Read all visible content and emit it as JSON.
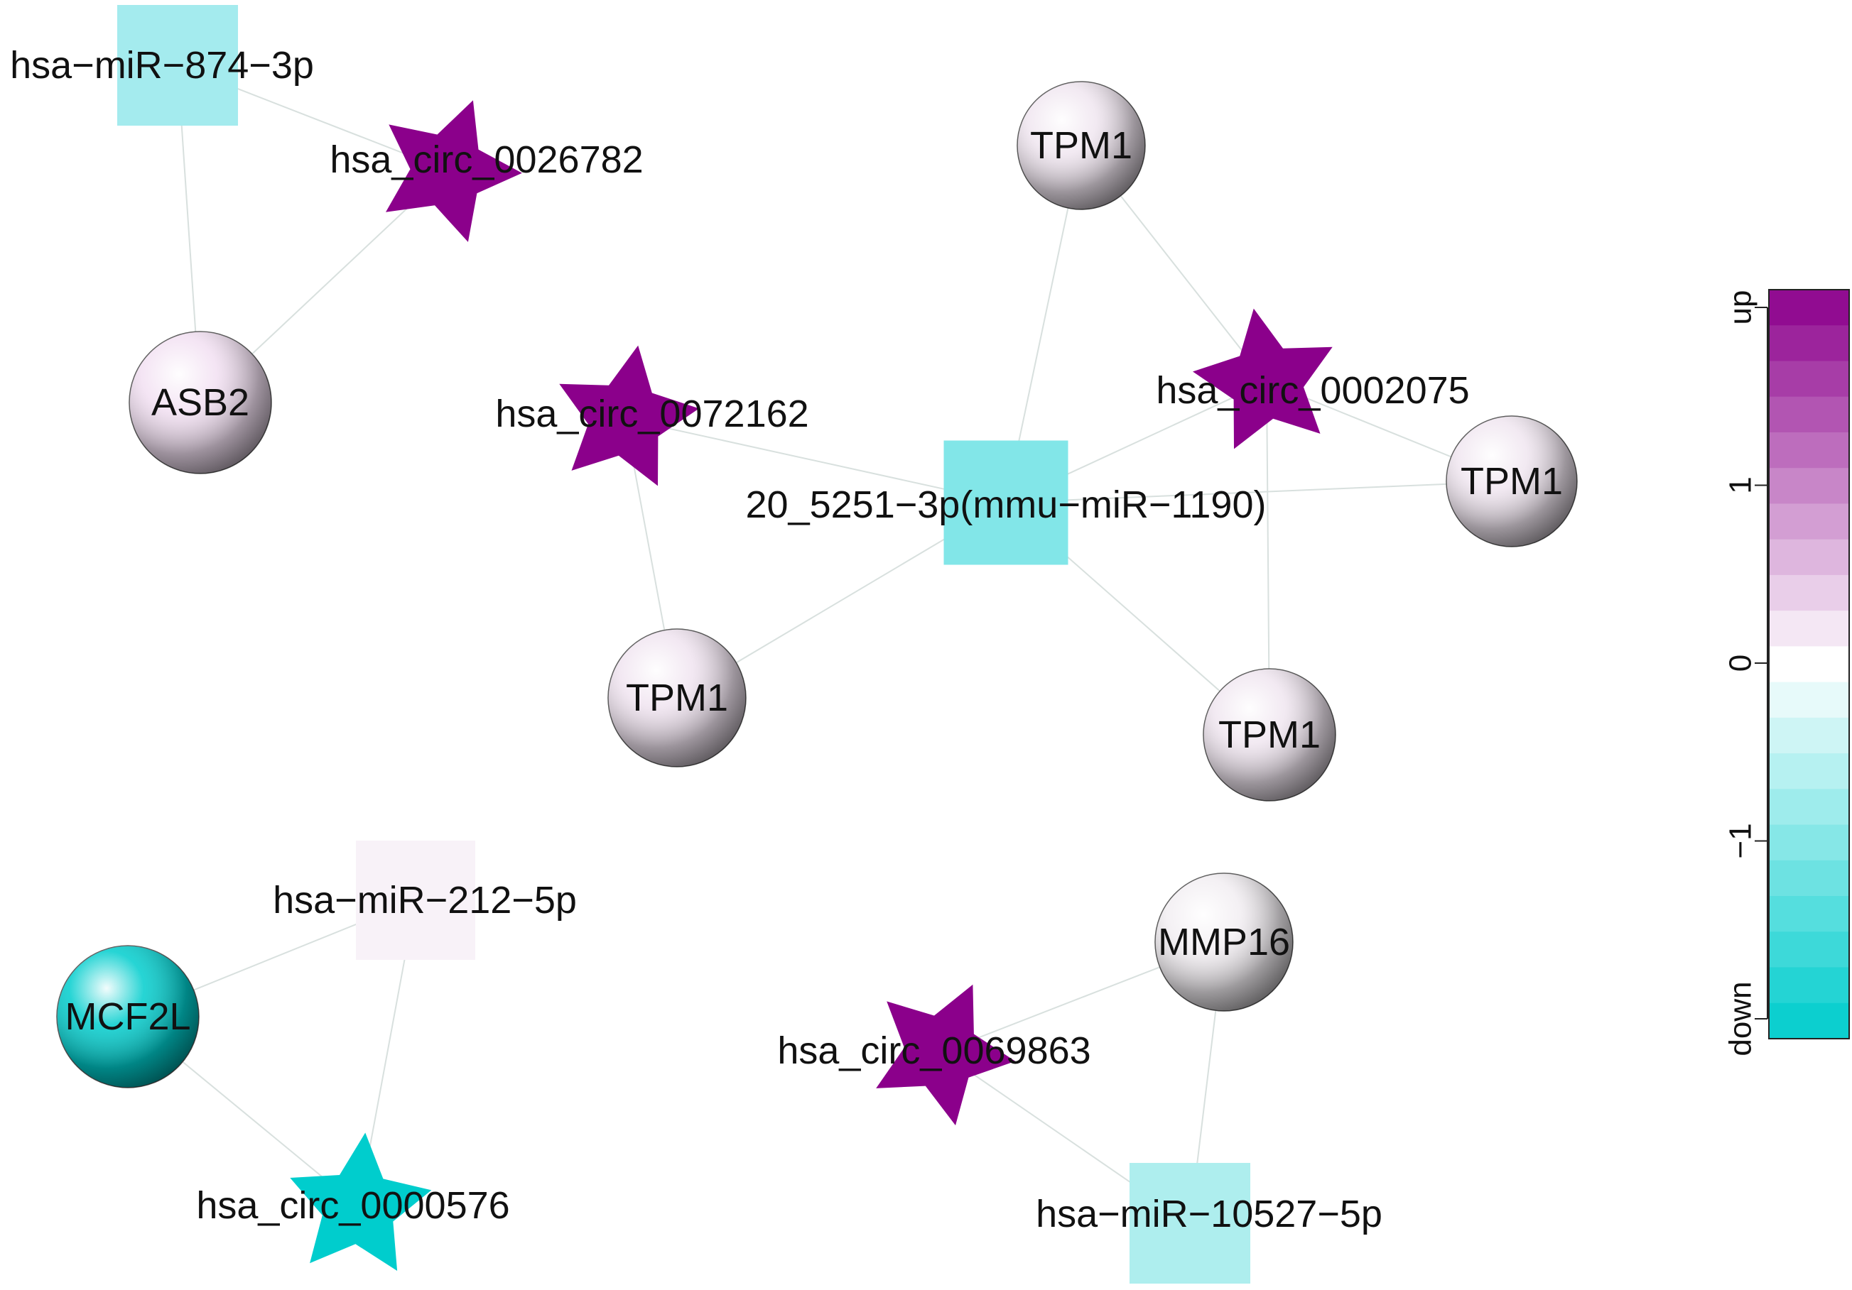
{
  "colors": {
    "up": "#8B008B",
    "mid": "#FFFFFF",
    "down": "#00CDCD",
    "edge": "#D8E0DE",
    "legend_border": "#222222"
  },
  "nodes": [
    {
      "id": "mir874",
      "label": "hsa−miR−874−3p",
      "shape": "square",
      "fill": "#A4EBEE"
    },
    {
      "id": "circ26782",
      "label": "hsa_circ_0026782",
      "shape": "star",
      "fill": "#8B008B"
    },
    {
      "id": "asb2",
      "label": "ASB2",
      "shape": "sphere",
      "fill": "#F2E0F2"
    },
    {
      "id": "circ72162",
      "label": "hsa_circ_0072162",
      "shape": "star",
      "fill": "#8B008B"
    },
    {
      "id": "mir1190",
      "label": "20_5251−3p(mmu−miR−1190)",
      "shape": "square",
      "fill": "#82E6E8"
    },
    {
      "id": "tpm1_top",
      "label": "TPM1",
      "shape": "sphere",
      "fill": "#F0E6F0"
    },
    {
      "id": "circ2075",
      "label": "hsa_circ_0002075",
      "shape": "star",
      "fill": "#8B008B"
    },
    {
      "id": "tpm1_right",
      "label": "TPM1",
      "shape": "sphere",
      "fill": "#F0E6F0"
    },
    {
      "id": "tpm1_left",
      "label": "TPM1",
      "shape": "sphere",
      "fill": "#F0E4F0"
    },
    {
      "id": "tpm1_bottom",
      "label": "TPM1",
      "shape": "sphere",
      "fill": "#F0E6F0"
    },
    {
      "id": "mir212",
      "label": "hsa−miR−212−5p",
      "shape": "square",
      "fill": "#F8F2F8"
    },
    {
      "id": "mcf2l",
      "label": "MCF2L",
      "shape": "sphere",
      "fill": "#00CDCD"
    },
    {
      "id": "circ576",
      "label": "hsa_circ_0000576",
      "shape": "star",
      "fill": "#00CDCD"
    },
    {
      "id": "mmp16",
      "label": "MMP16",
      "shape": "sphere",
      "fill": "#F2EEF2"
    },
    {
      "id": "circ69863",
      "label": "hsa_circ_0069863",
      "shape": "star",
      "fill": "#8B008B"
    },
    {
      "id": "mir10527",
      "label": "hsa−miR−10527−5p",
      "shape": "square",
      "fill": "#AEEEEE"
    }
  ],
  "edges": [
    [
      "mir874",
      "circ26782"
    ],
    [
      "mir874",
      "asb2"
    ],
    [
      "circ26782",
      "asb2"
    ],
    [
      "mir1190",
      "circ72162"
    ],
    [
      "mir1190",
      "tpm1_top"
    ],
    [
      "mir1190",
      "circ2075"
    ],
    [
      "mir1190",
      "tpm1_right"
    ],
    [
      "mir1190",
      "tpm1_left"
    ],
    [
      "mir1190",
      "tpm1_bottom"
    ],
    [
      "circ72162",
      "tpm1_left"
    ],
    [
      "circ2075",
      "tpm1_top"
    ],
    [
      "circ2075",
      "tpm1_right"
    ],
    [
      "circ2075",
      "tpm1_bottom"
    ],
    [
      "mir212",
      "mcf2l"
    ],
    [
      "mir212",
      "circ576"
    ],
    [
      "mcf2l",
      "circ576"
    ],
    [
      "mmp16",
      "circ69863"
    ],
    [
      "mmp16",
      "mir10527"
    ],
    [
      "circ69863",
      "mir10527"
    ]
  ],
  "legend": {
    "ticks": [
      {
        "label": "up",
        "value": 1.0
      },
      {
        "label": "1",
        "value": 0.5
      },
      {
        "label": "0",
        "value": 0.0
      },
      {
        "label": "−1",
        "value": -0.5
      },
      {
        "label": "down",
        "value": -1.0
      }
    ]
  }
}
